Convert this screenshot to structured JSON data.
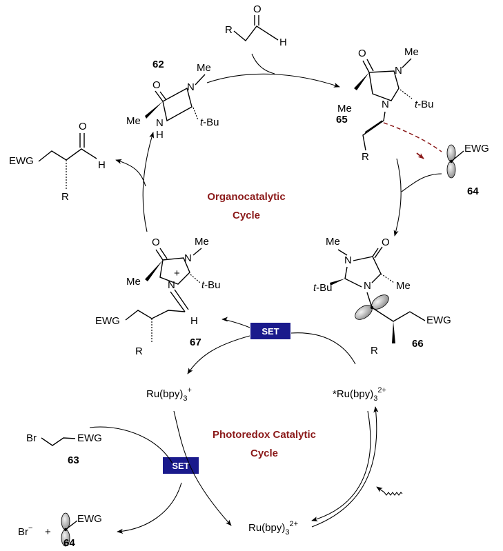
{
  "labels": {
    "organocatalytic_line1": "Organocatalytic",
    "organocatalytic_line2": "Cycle",
    "photoredox_line1": "Photoredox Catalytic",
    "photoredox_line2": "Cycle",
    "set": "SET",
    "ru_plus": "Ru(bpy)",
    "ru_plus_sub": "3",
    "ru_plus_sup": "+",
    "ru_excited": "*Ru(bpy)",
    "ru_excited_sub": "3",
    "ru_excited_sup": "2+",
    "ru_ground": "Ru(bpy)",
    "ru_ground_sub": "3",
    "ru_ground_sup": "2+"
  },
  "compounds": {
    "c62": "62",
    "c63": "63",
    "c64a": "64",
    "c64b": "64",
    "c65": "65",
    "c66": "66",
    "c67": "67"
  },
  "atoms": {
    "R": "R",
    "O": "O",
    "H": "H",
    "N": "N",
    "Me": "Me",
    "tBu_t": "t",
    "tBu_rest": "-Bu",
    "EWG": "EWG",
    "Br": "Br",
    "Br_minus": "Br",
    "minus": "−",
    "plus": "+"
  },
  "colors": {
    "accent_text": "#8b1a1a",
    "set_box": "#1a1a8c",
    "dashed_arrow": "#8b1a1a",
    "orbital_fill": "#9a9a9a"
  }
}
